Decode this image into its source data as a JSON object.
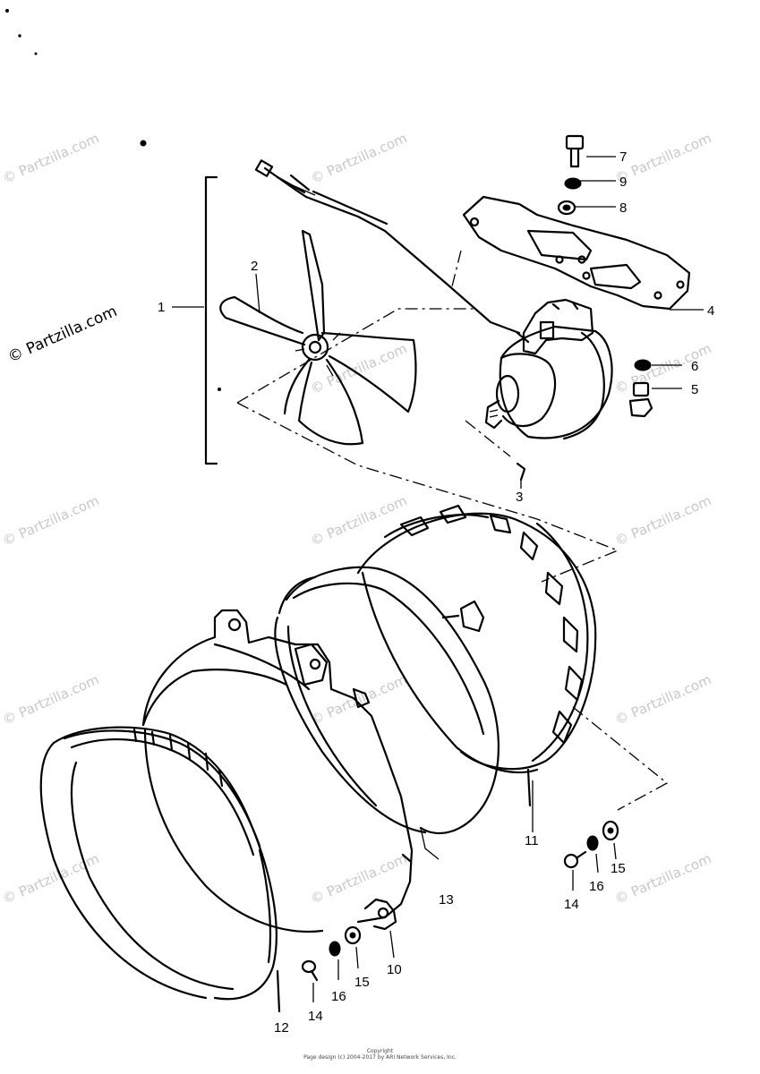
{
  "watermark": "© Partzilla.com",
  "callouts": {
    "c1": "1",
    "c2": "2",
    "c3": "3",
    "c4": "4",
    "c5": "5",
    "c6": "6",
    "c7": "7",
    "c8": "8",
    "c9": "9",
    "c10": "10",
    "c11": "11",
    "c12": "12",
    "c13": "13",
    "c14a": "14",
    "c14b": "14",
    "c15a": "15",
    "c15b": "15",
    "c16a": "16",
    "c16b": "16"
  },
  "footer": {
    "line1": "Copyright",
    "line2": "Page design (c) 2004-2017 by ARI Network Services, Inc."
  }
}
